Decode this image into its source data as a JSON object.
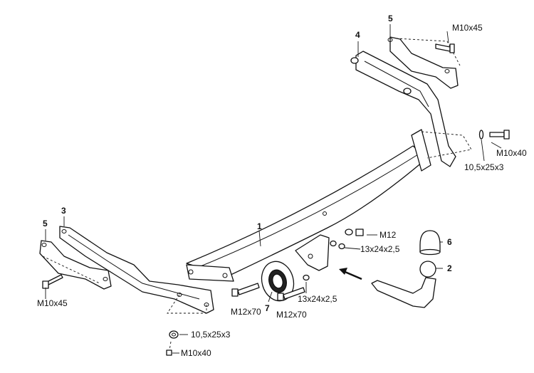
{
  "diagram": {
    "part_numbers": {
      "crossbar": "1",
      "tow_ball": "2",
      "left_bracket": "3",
      "right_bracket": "4",
      "left_plate": "5",
      "right_plate": "5",
      "ball_cap": "6",
      "socket_plate": "7"
    },
    "fasteners": {
      "right_top_bolt": "M10x45",
      "right_side_bolt": "M10x40",
      "right_side_washer": "10,5x25x3",
      "left_bolt": "M10x45",
      "bottom_washer": "10,5x25x3",
      "bottom_bolt": "M10x40",
      "mount_bolt_left": "M12x70",
      "mount_bolt_right": "M12x70",
      "nut_upper": "M12",
      "washer_upper": "13x24x2,5",
      "washer_lower": "13x24x2,5"
    },
    "colors": {
      "line": "#111111",
      "fill": "#ffffff"
    }
  }
}
